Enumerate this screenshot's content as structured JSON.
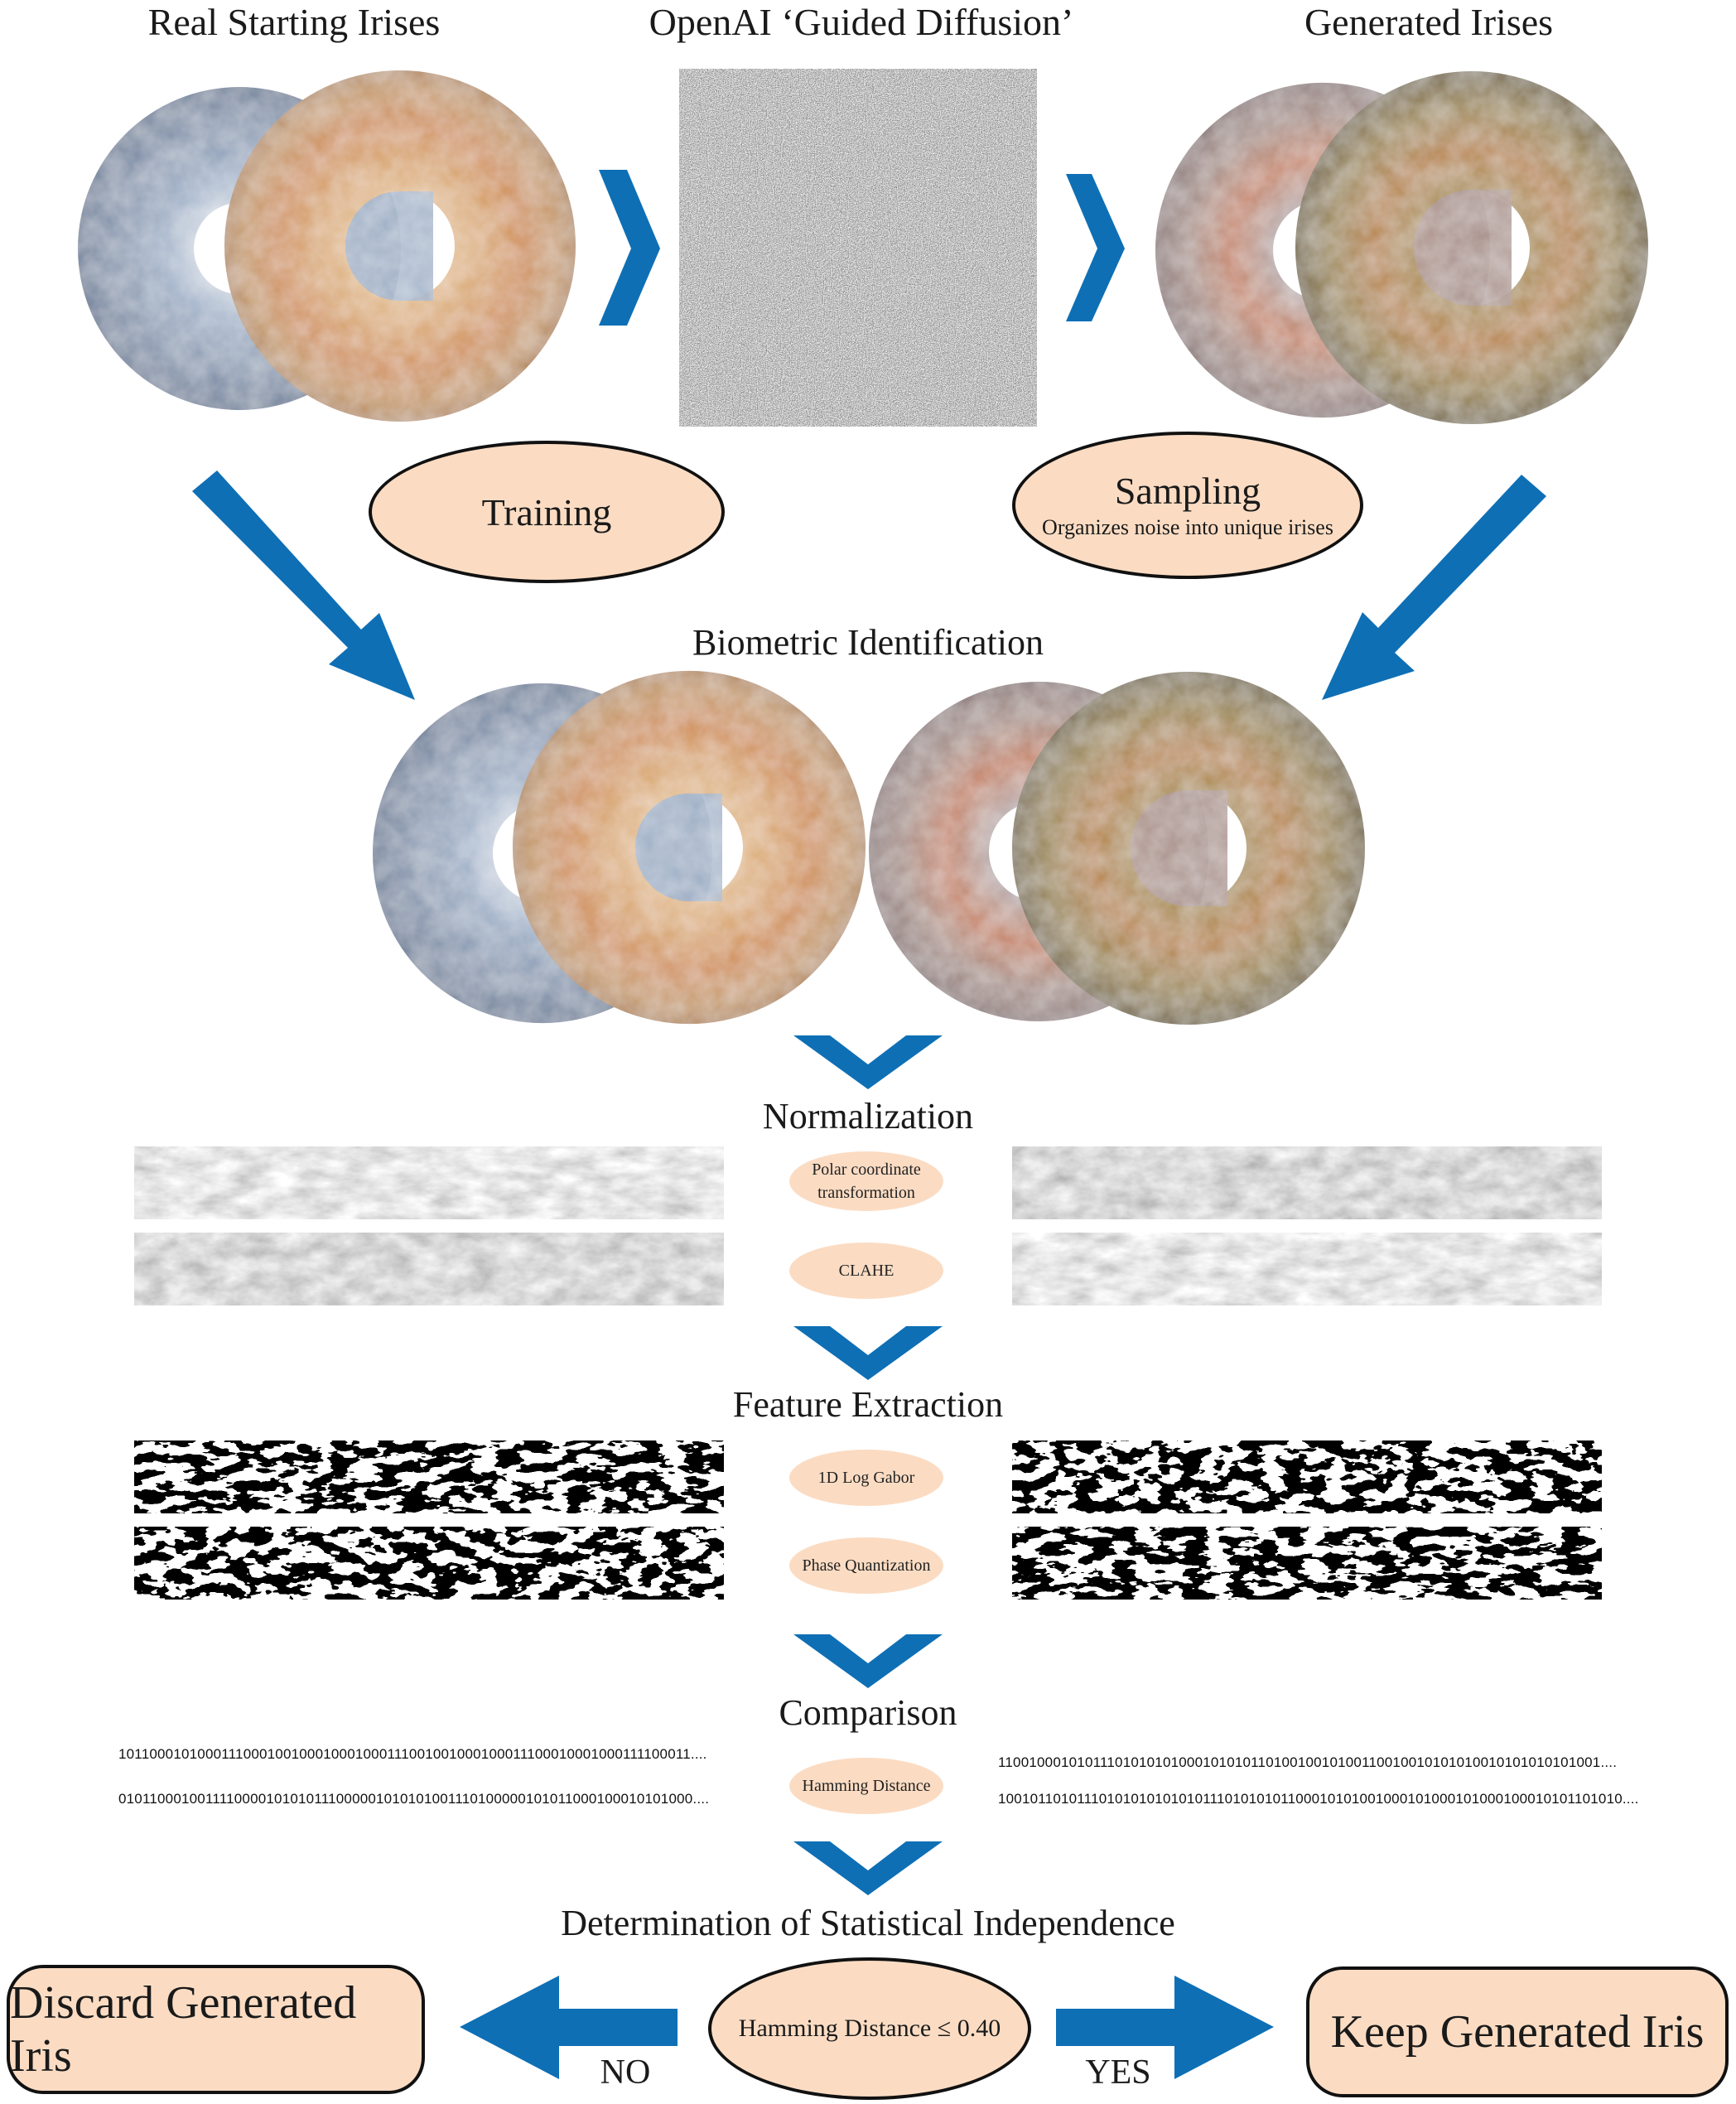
{
  "headers": {
    "real": "Real Starting Irises",
    "diffusion": "OpenAI ‘Guided Diffusion’",
    "generated": "Generated Irises"
  },
  "training": {
    "label": "Training"
  },
  "sampling": {
    "label": "Sampling",
    "sub": "Organizes noise into unique irises"
  },
  "biometric": {
    "title": "Biometric Identification"
  },
  "normalization": {
    "title": "Normalization",
    "steps": [
      "Polar coordinate transformation",
      "CLAHE"
    ]
  },
  "feature": {
    "title": "Feature Extraction",
    "steps": [
      "1D Log Gabor",
      "Phase Quantization"
    ]
  },
  "comparison": {
    "title": "Comparison",
    "step": "Hamming Distance",
    "left_bits": [
      "1011000101000111000100100010001000111001001000100011100010001000111100011....",
      "0101100010011110000101010111000001010101001110100000101011000100010101000...."
    ],
    "right_bits": [
      "1100100010101110101010100010101011010010010100110010010101010010101010101001....",
      "1001011010111010101010101011101010101100010101001000101000101000100010101101010...."
    ]
  },
  "decision": {
    "title": "Determination of  Statistical Independence",
    "criterion": "Hamming Distance ≤ 0.40",
    "discard": "Discard Generated Iris",
    "keep": "Keep Generated Iris",
    "no": "NO",
    "yes": "YES"
  },
  "colors": {
    "arrow": "#0e6fb5",
    "oval_fill": "#fbdcc3",
    "outline": "#111111"
  }
}
